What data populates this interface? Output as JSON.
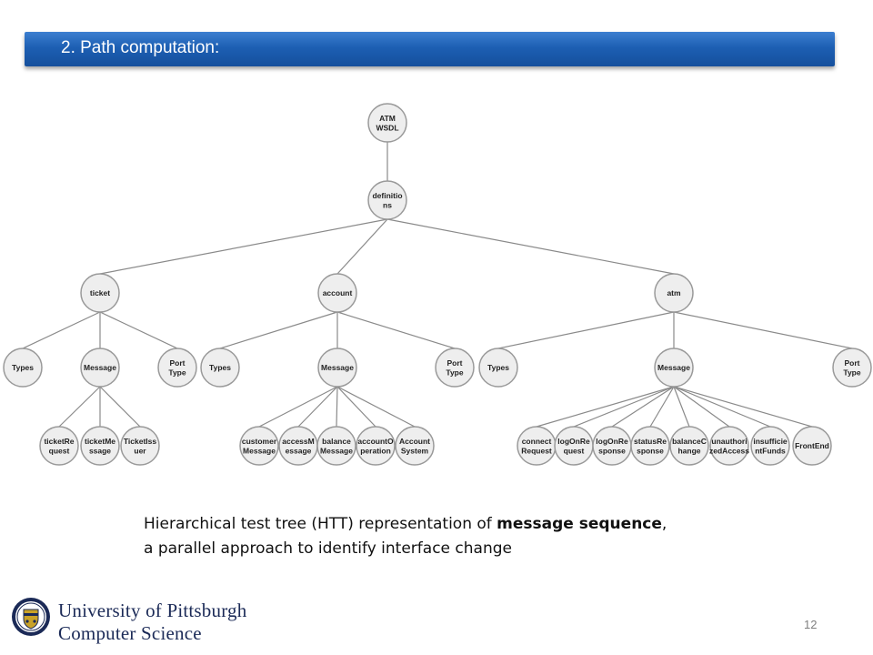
{
  "header": {
    "title": "2. Path computation:"
  },
  "caption": {
    "line1_pre": "Hierarchical test tree (HTT) representation of ",
    "line1_bold": "message sequence",
    "line1_post": ",",
    "line2": "a parallel approach to identify interface change"
  },
  "footer": {
    "university": "University of Pittsburgh",
    "department": "Computer Science",
    "page": "12"
  },
  "tree": {
    "nodes": [
      {
        "id": "root",
        "label": [
          "ATM",
          "WSDL"
        ],
        "parent": null
      },
      {
        "id": "def",
        "label": [
          "definitio",
          "ns"
        ],
        "parent": "root"
      },
      {
        "id": "ticket",
        "label": [
          "ticket"
        ],
        "parent": "def"
      },
      {
        "id": "account",
        "label": [
          "account"
        ],
        "parent": "def"
      },
      {
        "id": "atm",
        "label": [
          "atm"
        ],
        "parent": "def"
      },
      {
        "id": "t_types",
        "label": [
          "Types"
        ],
        "parent": "ticket"
      },
      {
        "id": "t_msg",
        "label": [
          "Message"
        ],
        "parent": "ticket"
      },
      {
        "id": "t_port",
        "label": [
          "Port",
          "Type"
        ],
        "parent": "ticket"
      },
      {
        "id": "a_types",
        "label": [
          "Types"
        ],
        "parent": "account"
      },
      {
        "id": "a_msg",
        "label": [
          "Message"
        ],
        "parent": "account"
      },
      {
        "id": "a_port",
        "label": [
          "Port",
          "Type"
        ],
        "parent": "account"
      },
      {
        "id": "m_types",
        "label": [
          "Types"
        ],
        "parent": "atm"
      },
      {
        "id": "m_msg",
        "label": [
          "Message"
        ],
        "parent": "atm"
      },
      {
        "id": "m_port",
        "label": [
          "Port",
          "Type"
        ],
        "parent": "atm"
      },
      {
        "id": "t1",
        "label": [
          "ticketRe",
          "quest"
        ],
        "parent": "t_msg"
      },
      {
        "id": "t2",
        "label": [
          "ticketMe",
          "ssage"
        ],
        "parent": "t_msg"
      },
      {
        "id": "t3",
        "label": [
          "TicketIss",
          "uer"
        ],
        "parent": "t_msg"
      },
      {
        "id": "a1",
        "label": [
          "customer",
          "Message"
        ],
        "parent": "a_msg"
      },
      {
        "id": "a2",
        "label": [
          "accessM",
          "essage"
        ],
        "parent": "a_msg"
      },
      {
        "id": "a3",
        "label": [
          "balance",
          "Message"
        ],
        "parent": "a_msg"
      },
      {
        "id": "a4",
        "label": [
          "accountO",
          "peration"
        ],
        "parent": "a_msg"
      },
      {
        "id": "a5",
        "label": [
          "Account",
          "System"
        ],
        "parent": "a_msg"
      },
      {
        "id": "m1",
        "label": [
          "connect",
          "Request"
        ],
        "parent": "m_msg"
      },
      {
        "id": "m2",
        "label": [
          "logOnRe",
          "quest"
        ],
        "parent": "m_msg"
      },
      {
        "id": "m3",
        "label": [
          "logOnRe",
          "sponse"
        ],
        "parent": "m_msg"
      },
      {
        "id": "m4",
        "label": [
          "statusRe",
          "sponse"
        ],
        "parent": "m_msg"
      },
      {
        "id": "m5",
        "label": [
          "balanceC",
          "hange"
        ],
        "parent": "m_msg"
      },
      {
        "id": "m6",
        "label": [
          "unauthori",
          "zedAccess"
        ],
        "parent": "m_msg"
      },
      {
        "id": "m7",
        "label": [
          "insufficie",
          "ntFunds"
        ],
        "parent": "m_msg"
      },
      {
        "id": "m8",
        "label": [
          "FrontEnd"
        ],
        "parent": "m_msg"
      }
    ]
  }
}
